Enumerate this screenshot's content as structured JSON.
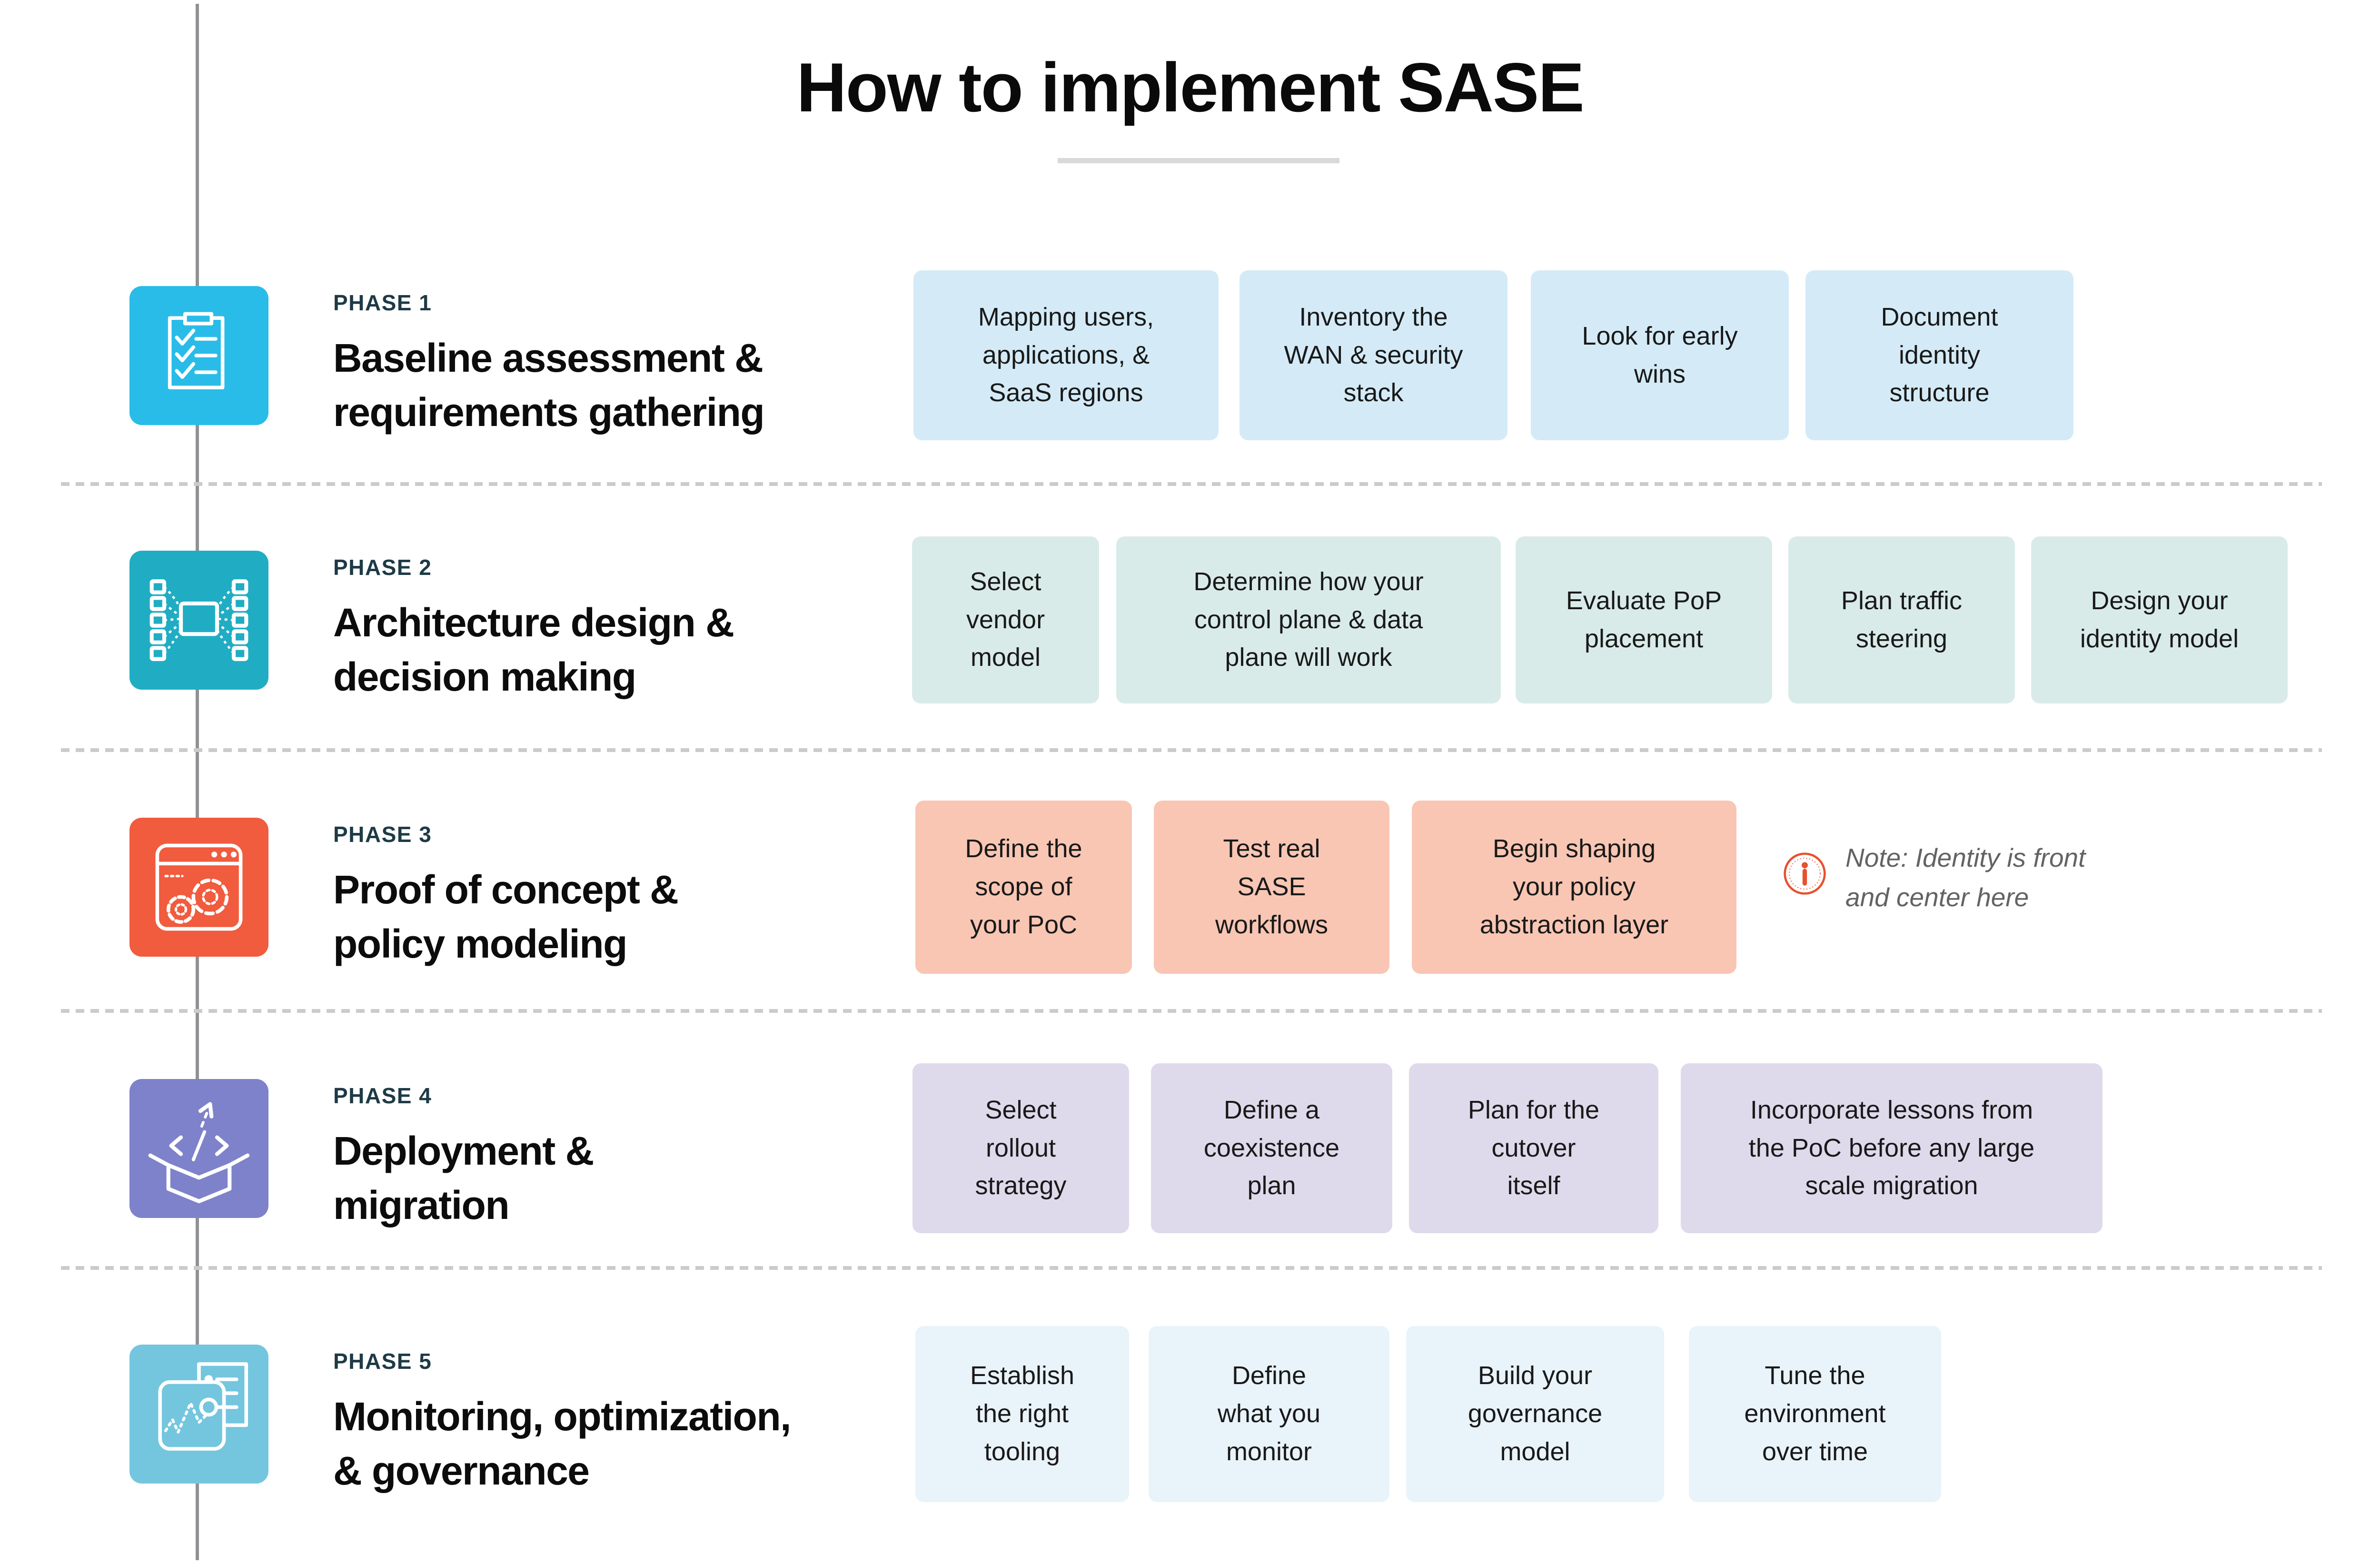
{
  "title": "How to implement SASE",
  "note": {
    "text": "Note: Identity is front\nand center here"
  },
  "phases": [
    {
      "label": "PHASE 1",
      "title": "Baseline assessment &\nrequirements gathering",
      "icon": "checklist-icon",
      "icon_color": "#29bce8",
      "card_color": "#d4ebf7",
      "cards": [
        "Mapping users,\napplications, &\nSaaS regions",
        "Inventory the\nWAN & security\nstack",
        "Look for early\nwins",
        "Document\nidentity\nstructure"
      ]
    },
    {
      "label": "PHASE 2",
      "title": "Architecture design &\ndecision making",
      "icon": "architecture-icon",
      "icon_color": "#20adc4",
      "card_color": "#d9ebe8",
      "cards": [
        "Select\nvendor\nmodel",
        "Determine how your\ncontrol plane & data\nplane will work",
        "Evaluate PoP\nplacement",
        "Plan traffic\nsteering",
        "Design your\nidentity model"
      ]
    },
    {
      "label": "PHASE 3",
      "title": "Proof of concept &\npolicy modeling",
      "icon": "poc-gears-icon",
      "icon_color": "#f15b3e",
      "card_color": "#f8c6b3",
      "cards": [
        "Define the\nscope of\nyour PoC",
        "Test real\nSASE\nworkflows",
        "Begin shaping\nyour policy\nabstraction layer"
      ]
    },
    {
      "label": "PHASE 4",
      "title": "Deployment &\nmigration",
      "icon": "deployment-box-icon",
      "icon_color": "#7e82ca",
      "card_color": "#dedaeb",
      "cards": [
        "Select\nrollout\nstrategy",
        "Define a\ncoexistence\nplan",
        "Plan for the\ncutover\nitself",
        "Incorporate lessons from\nthe PoC before any large\nscale migration"
      ]
    },
    {
      "label": "PHASE 5",
      "title": "Monitoring, optimization,\n& governance",
      "icon": "monitoring-icon",
      "icon_color": "#74c6df",
      "card_color": "#e9f3fa",
      "cards": [
        "Establish\nthe right\ntooling",
        "Define\nwhat you\nmonitor",
        "Build your\ngovernance\nmodel",
        "Tune the\nenvironment\nover time"
      ]
    }
  ],
  "colors": {
    "accent_orange": "#e8502f",
    "phase_label": "#1e3a46",
    "separator": "#cbcbcb",
    "timeline": "#8f9194",
    "underline": "#d9d9d9"
  }
}
